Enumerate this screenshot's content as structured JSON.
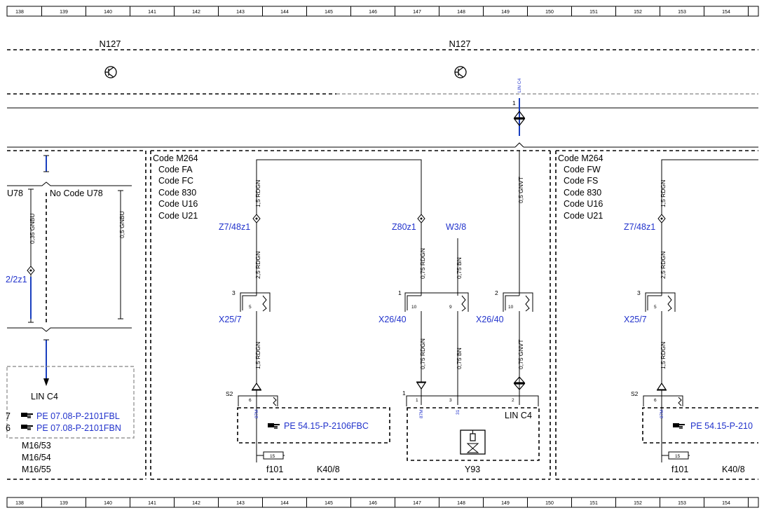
{
  "ruler": [
    "138",
    "139",
    "140",
    "141",
    "142",
    "143",
    "144",
    "145",
    "146",
    "147",
    "148",
    "149",
    "150",
    "151",
    "152",
    "153",
    "154"
  ],
  "top": {
    "n127_a": "N127",
    "n127_b": "N127",
    "lin_label": "LIN C4",
    "lin_pin": "1"
  },
  "left": {
    "u78": "U78",
    "no_code_u78": "No Code U78",
    "w1": "0,35 GNBU",
    "w2": "0,5 GNBU",
    "conn": "2/2z1",
    "lin_c4": "LIN C4",
    "ref_a_num": "7",
    "ref_a": "PE 07.08-P-2101FBL",
    "ref_b_num": "6",
    "ref_b": "PE 07.08-P-2101FBN",
    "m1": "M16/53",
    "m2": "M16/54",
    "m3": "M16/55"
  },
  "mid": {
    "codes": [
      "Code M264",
      "Code FA",
      "Code FC",
      "Code 830",
      "Code U16",
      "Code U21"
    ],
    "w_rdgn_15a": "1,5 RDGN",
    "w_rdgn_25": "2,5 RDGN",
    "w_rdgn_15b": "1,5 RDGN",
    "z7": "Z7/48z1",
    "x25": "X25/7",
    "x25_pin_outer": "3",
    "x25_pin_inner": "5",
    "s2": "S2",
    "s2_pin": "6",
    "s2_sub": "87M",
    "ref_fbc": "PE 54.15-P-2106FBC",
    "fuse": "15",
    "f101": "f101",
    "k40": "K40/8",
    "z80": "Z80z1",
    "w3": "W3/8",
    "w_rdgn_075a": "0,75 RDGN",
    "w_bn_075a": "0,75 BN",
    "x26a": "X26/40",
    "x26a_pin": "1",
    "x26a_p10": "10",
    "x26a_p9": "9",
    "w_rdgn_075b": "0,75 RDGN",
    "w_bn_075b": "0,75 BN",
    "w_gnvt_05": "0,5 GNVT",
    "x26b": "X26/40",
    "x26b_pin": "2",
    "x26b_p10": "10",
    "w_gnvt_075": "0,75 GNVT",
    "y93_pin": "1",
    "y93_p1": "1",
    "y93_p3": "3",
    "y93_p2": "2",
    "y93_s1": "87M",
    "y93_s3": "31",
    "y93_lin": "LIN C4",
    "y93": "Y93"
  },
  "right": {
    "codes": [
      "Code M264",
      "Code FW",
      "Code FS",
      "Code 830",
      "Code U16",
      "Code U21"
    ],
    "w_rdgn_15a": "1,5 RDGN",
    "w_rdgn_25": "2,5 RDGN",
    "w_rdgn_15b": "1,5 RDGN",
    "z7": "Z7/48z1",
    "x25": "X25/7",
    "x25_pin_outer": "3",
    "x25_pin_inner": "5",
    "s2": "S2",
    "s2_pin": "6",
    "s2_sub": "87M",
    "ref_fbc": "PE 54.15-P-210",
    "fuse": "15",
    "f101": "f101",
    "k40": "K40/8"
  }
}
